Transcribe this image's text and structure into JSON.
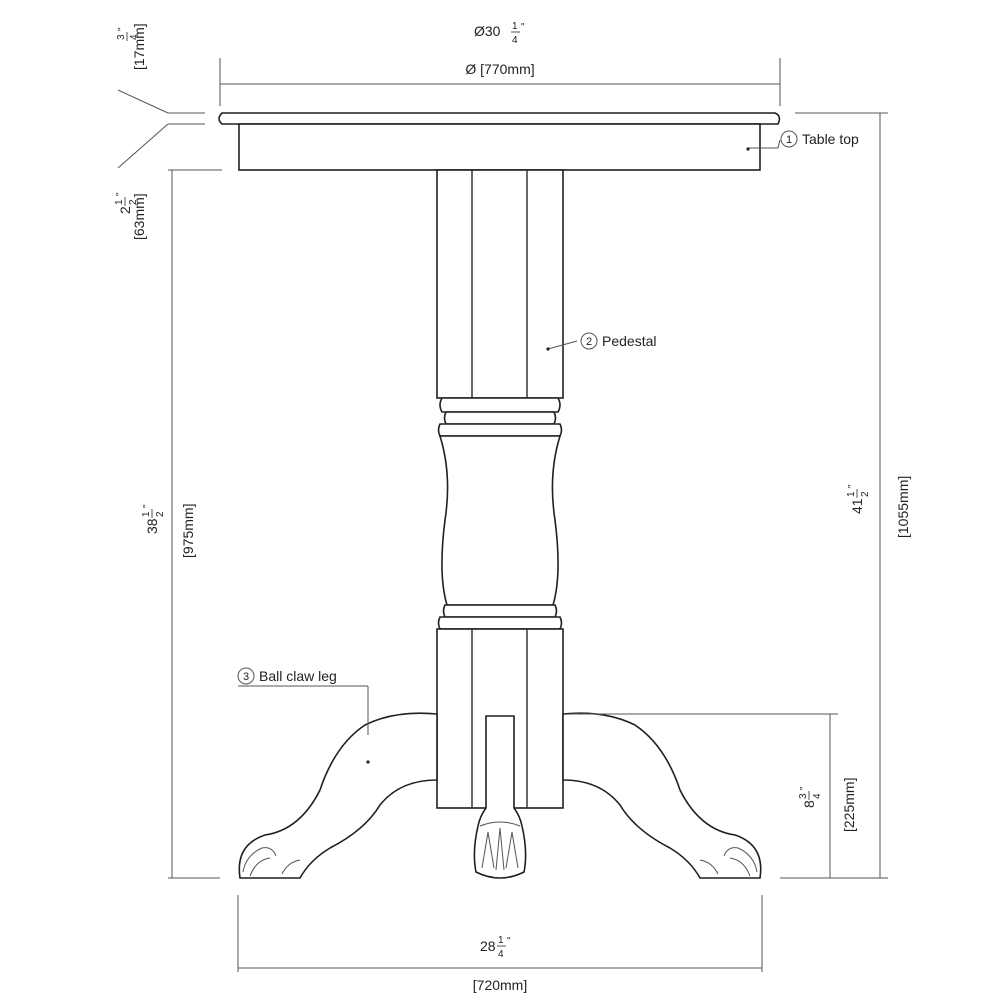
{
  "parts": [
    {
      "num": "1",
      "label": "Table top"
    },
    {
      "num": "2",
      "label": "Pedestal"
    },
    {
      "num": "3",
      "label": "Ball claw leg"
    }
  ],
  "dimensions": {
    "top_diameter": {
      "whole": "Ø30",
      "num": "1",
      "den": "4",
      "unit": "\"",
      "metric": "Ø [770mm]"
    },
    "top_thickness": {
      "whole": "",
      "num": "3",
      "den": "4",
      "unit": "\"",
      "metric": "[17mm]"
    },
    "apron_height": {
      "whole": "2",
      "num": "1",
      "den": "2",
      "unit": "\"",
      "metric": "[63mm]"
    },
    "base_to_apron": {
      "whole": "38",
      "num": "1",
      "den": "2",
      "unit": "\"",
      "metric": "[975mm]"
    },
    "total_height": {
      "whole": "41",
      "num": "1",
      "den": "2",
      "unit": "\"",
      "metric": "[1055mm]"
    },
    "leg_height": {
      "whole": "8",
      "num": "3",
      "den": "4",
      "unit": "\"",
      "metric": "[225mm]"
    },
    "base_width": {
      "whole": "28",
      "num": "1",
      "den": "4",
      "unit": "\"",
      "metric": "[720mm]"
    }
  }
}
